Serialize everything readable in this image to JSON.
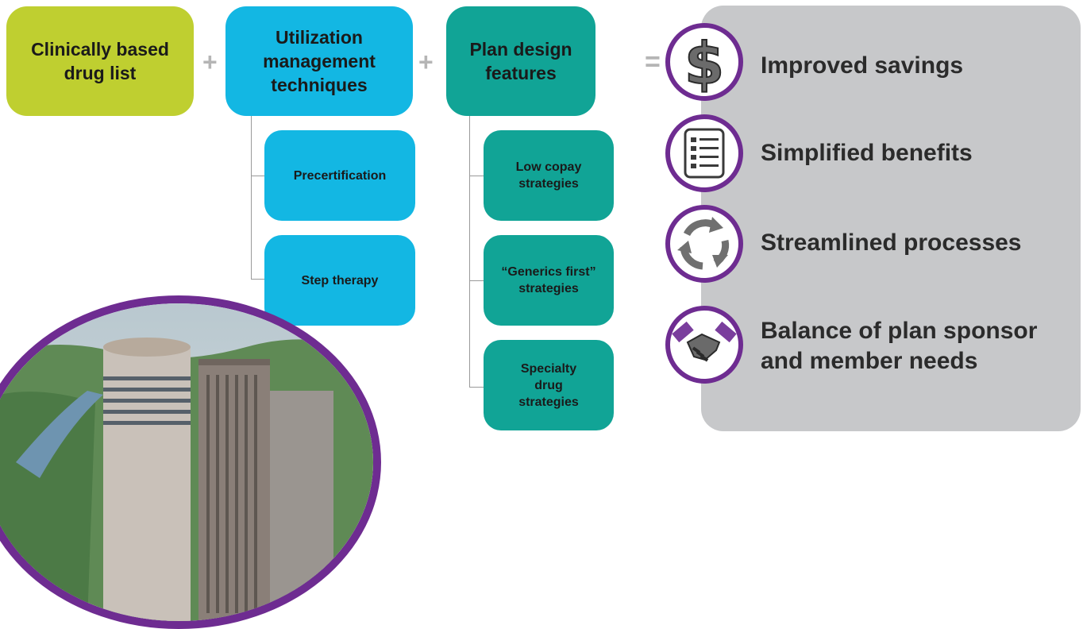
{
  "inputs": {
    "drug_list": "Clinically based drug list",
    "utilization": "Utilization management techniques",
    "plan_design": "Plan design features"
  },
  "operators": {
    "plus1": "+",
    "plus2": "+",
    "equals": "="
  },
  "utilization_items": [
    "Precertification",
    "Step therapy"
  ],
  "plan_items": [
    "Low copay strategies",
    "“Generics first” strategies",
    "Specialty drug strategies"
  ],
  "outcomes": [
    {
      "icon": "dollar-icon",
      "label": "Improved savings"
    },
    {
      "icon": "list-icon",
      "label": "Simplified benefits"
    },
    {
      "icon": "cycle-arrows-icon",
      "label": "Streamlined processes"
    },
    {
      "icon": "handshake-icon",
      "label": "Balance of plan sponsor and member needs"
    }
  ],
  "colors": {
    "green": "#bfcf30",
    "blue": "#13b7e3",
    "teal": "#11a496",
    "purple": "#6e2c91",
    "panel": "#c7c8ca"
  }
}
